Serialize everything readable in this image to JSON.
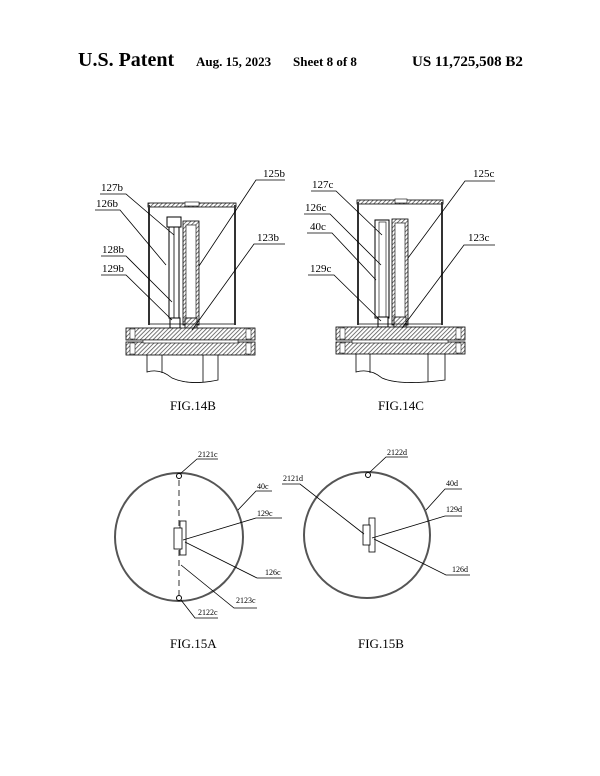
{
  "header": {
    "publication": "U.S. Patent",
    "date": "Aug. 15, 2023",
    "sheet": "Sheet 8 of 8",
    "patent_number": "US 11,725,508 B2"
  },
  "fig14b": {
    "caption": "FIG.14B",
    "labels": [
      "127b",
      "126b",
      "128b",
      "129b",
      "125b",
      "123b"
    ]
  },
  "fig14c": {
    "caption": "FIG.14C",
    "labels": [
      "127c",
      "126c",
      "40c",
      "129c",
      "125c",
      "123c"
    ]
  },
  "fig15a": {
    "caption": "FIG.15A",
    "labels": [
      "2121c",
      "40c",
      "129c",
      "126c",
      "2123c",
      "2122c"
    ]
  },
  "fig15b": {
    "caption": "FIG.15B",
    "labels": [
      "2122d",
      "2121d",
      "40d",
      "129d",
      "126d"
    ]
  }
}
